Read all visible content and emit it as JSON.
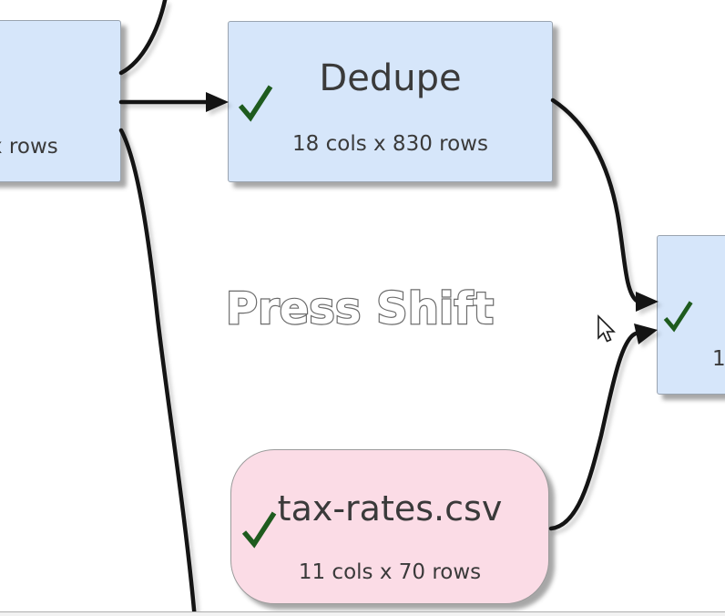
{
  "app": {
    "watermark_hint": "Press Shift"
  },
  "colors": {
    "node_blue": "#d6e6fa",
    "node_pink": "#fbdce6",
    "node_border_blue": "#9aa4b0",
    "node_border_pink": "#9b9b9b",
    "check_green": "#1e5b1e",
    "edge_black": "#141414",
    "node_text": "#3a3a3a",
    "watermark_outline": "#6b6b6b",
    "statusbar_line": "#adadad",
    "canvas_bg": "#ffffff"
  },
  "nodes": {
    "left_partial": {
      "subtitle_fragment": "x rows",
      "status_icon": "checkmark-offscreen"
    },
    "dedupe": {
      "title": "Dedupe",
      "subtitle": "18 cols x 830 rows",
      "status_icon": "green-checkmark"
    },
    "tax_rates": {
      "title": "tax-rates.csv",
      "subtitle": "11 cols x 70 rows",
      "status_icon": "green-checkmark"
    },
    "right_partial": {
      "subtitle_fragment": "1",
      "status_icon": "green-checkmark"
    }
  },
  "connections": {
    "count_visible": 5
  }
}
